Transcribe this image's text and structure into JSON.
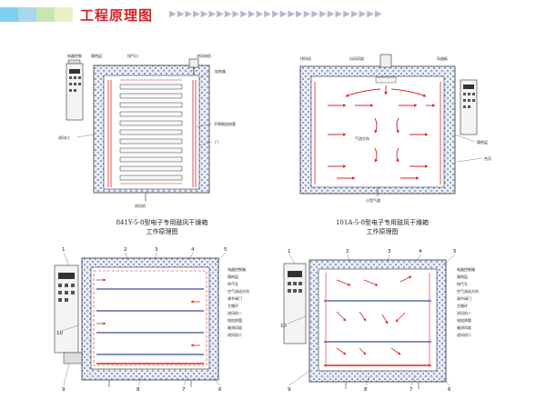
{
  "header": {
    "title": "工程原理图",
    "arrows": "▶▶▶▶▶▶▶▶▶▶▶▶▶▶▶▶▶▶▶▶▶▶▶▶▶▶▶",
    "colors": {
      "title": "#d2232a",
      "stripe1": "#7fd0f0",
      "stripe2": "#a8d8ea",
      "stripe3": "#c8e6b4",
      "stripe4": "#e8f0c0"
    }
  },
  "diagram1": {
    "caption_line1": "841Y-5-8型电子专用鼓风干燥箱",
    "caption_line2": "工作原理图",
    "labels": {
      "control": "电器控制",
      "insulation": "隔热层",
      "vent": "排气口",
      "fan_motor": "进风电机",
      "heater": "加热器",
      "inner_heater": "不锈钢加热管",
      "shelf": "隔板",
      "door": "门",
      "air_in": "进风口",
      "air_in_fan": "进风机"
    }
  },
  "diagram2": {
    "caption_line1": "101A-5-8型电子专用鼓风干燥箱",
    "caption_line2": "工作原理图",
    "labels": {
      "fan": "排风机",
      "outlet": "出风风扇",
      "duct": "风道板",
      "insulation": "隔热层",
      "door": "合页",
      "airflow": "气流方向",
      "bottom": "小型气道"
    }
  },
  "diagram3": {
    "numbers": [
      "1",
      "2",
      "3",
      "4",
      "5",
      "6",
      "7",
      "8",
      "9",
      "10"
    ],
    "legend": [
      "电器控制箱",
      "隔热层",
      "排气孔",
      "空气流动方向",
      "调节阀门",
      "主循环",
      "进风机一",
      "电加热管",
      "轴流风扇",
      "进风机二"
    ]
  },
  "diagram4": {
    "numbers": [
      "1",
      "2",
      "3",
      "4",
      "5",
      "6",
      "7",
      "8",
      "9",
      "10"
    ],
    "legend": [
      "电器控制箱",
      "隔热层",
      "排气孔",
      "空气流动方向",
      "调节阀门",
      "主循环",
      "进风机一",
      "电加热管",
      "轴流风扇",
      "进风机二"
    ]
  }
}
